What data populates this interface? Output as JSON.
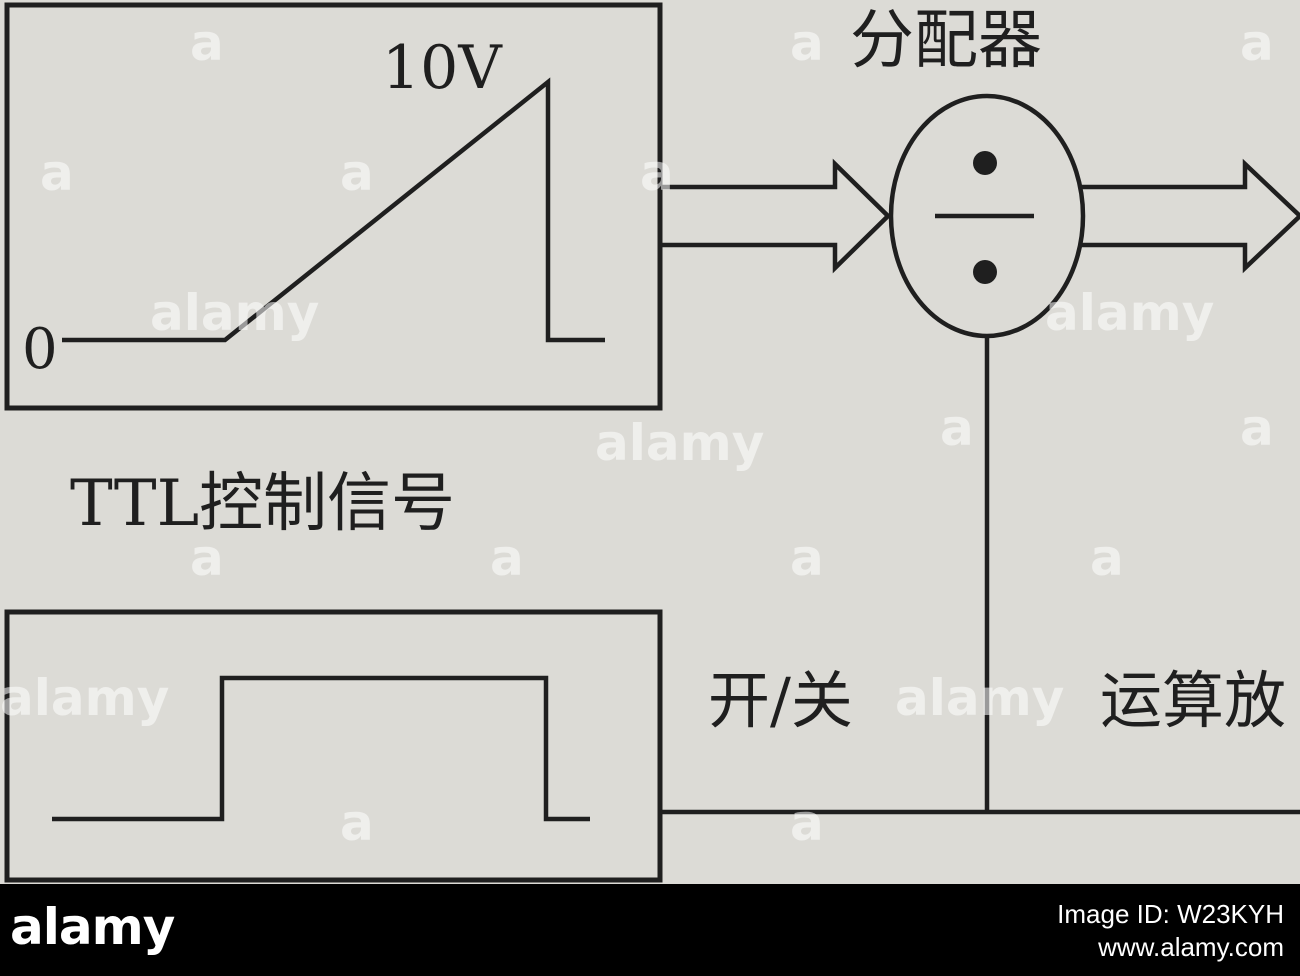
{
  "diagram": {
    "ramp_max_label": "10V",
    "ramp_zero_label": "0",
    "divider_label": "分配器",
    "ttl_label": "TTL控制信号",
    "switch_label": "开/关",
    "op_label": "运算放",
    "colors": {
      "background": "#dcdbd6",
      "stroke": "#1f1f1f"
    }
  },
  "watermark": {
    "text": "alamy",
    "small_mark": "a"
  },
  "footer": {
    "logo": "alamy",
    "image_id": "Image ID: W23KYH",
    "site": "www.alamy.com"
  }
}
